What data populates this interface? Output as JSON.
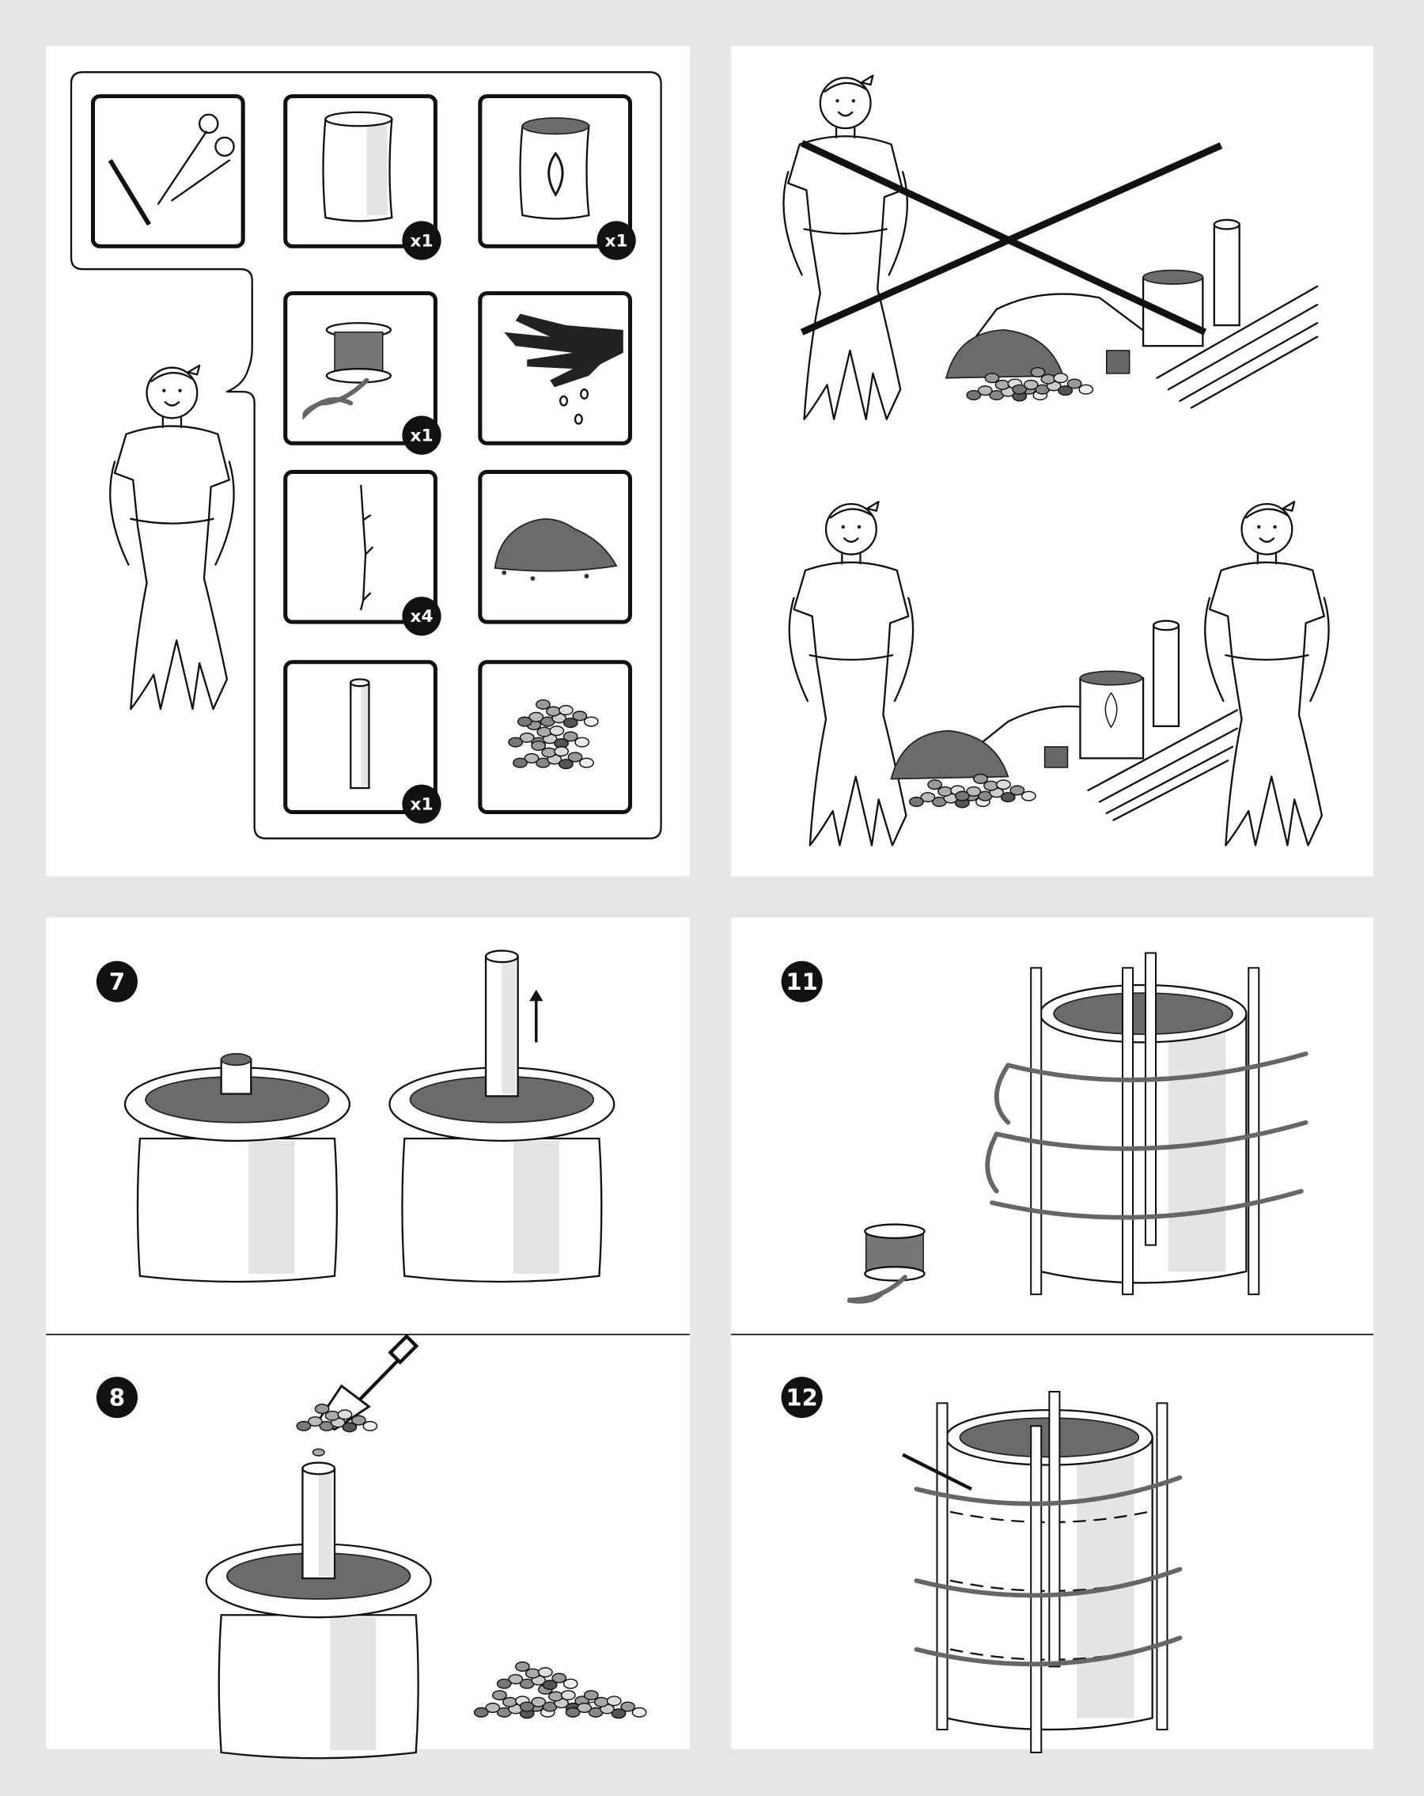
{
  "colors": {
    "background": "#e6e6e6",
    "panel": "#ffffff",
    "ink": "#111111",
    "soil": "#6b6b6b",
    "rope": "#666666"
  },
  "parts": {
    "tools_icon": "pencil-and-scissors",
    "items": [
      {
        "name": "fabric-cylinder",
        "count": "x1"
      },
      {
        "name": "soil-bag",
        "count": "x1"
      },
      {
        "name": "rope-spool",
        "count": "x1"
      },
      {
        "name": "gloved-hand-seeds"
      },
      {
        "name": "branch-stick",
        "count": "x4"
      },
      {
        "name": "soil-pile"
      },
      {
        "name": "tube",
        "count": "x1"
      },
      {
        "name": "pebbles"
      }
    ]
  },
  "steps": [
    {
      "number": "7"
    },
    {
      "number": "8"
    },
    {
      "number": "11"
    },
    {
      "number": "12"
    }
  ]
}
